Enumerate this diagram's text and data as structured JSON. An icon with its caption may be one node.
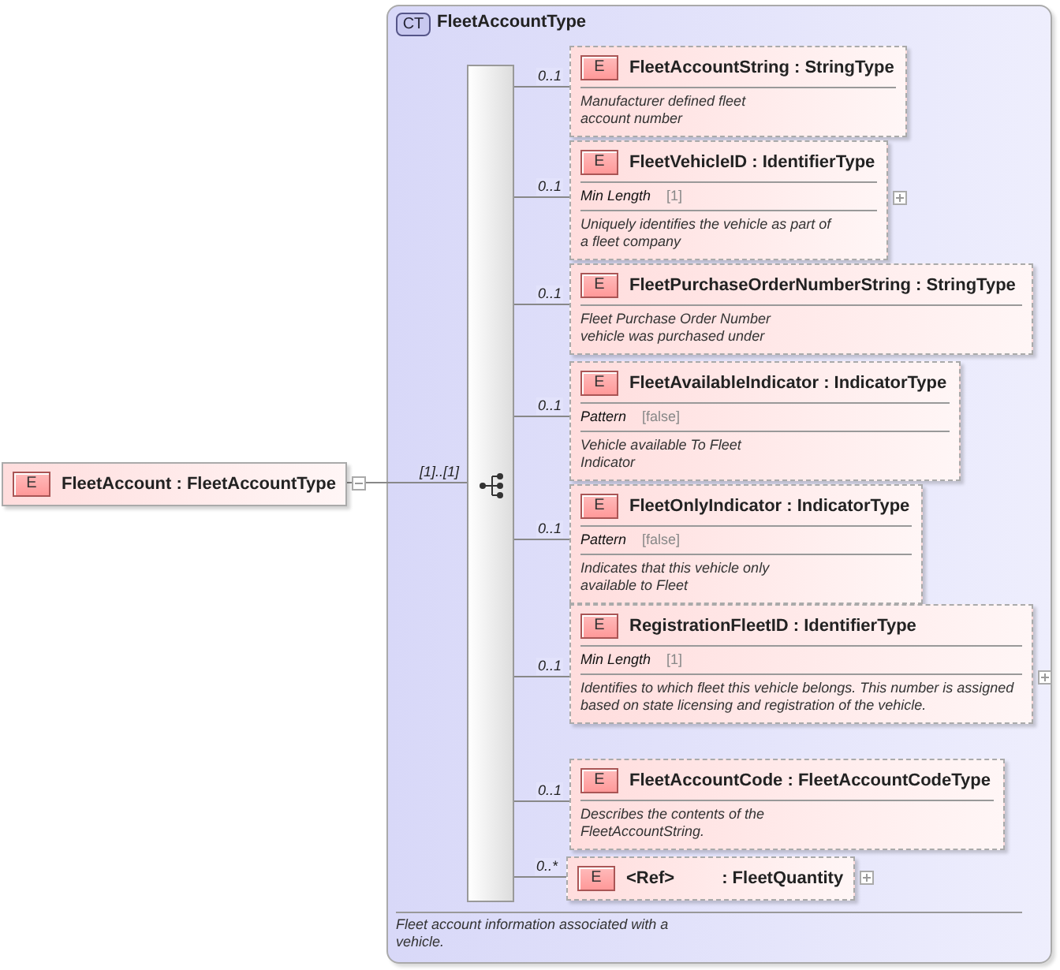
{
  "diagram": {
    "nodes": [
      {
        "text": [
          "E",
          "FleetAccount : FleetAccountType"
        ]
      },
      {
        "text": [
          "CT",
          "FleetAccountType",
          "Fleet account information associated with a vehicle."
        ]
      },
      {
        "text": [],
        "shape": "bar",
        "in": 1
      },
      {
        "text": [
          "E",
          "FleetAccountString : StringType",
          "Manufacturer defined fleet account number"
        ],
        "in": 1
      },
      {
        "text": [
          "E",
          "FleetVehicleID : IdentifierType",
          "Min Length",
          "[1]",
          "Uniquely identifies the vehicle as part of a fleet company"
        ],
        "in": 1
      },
      {
        "text": [
          "E",
          "FleetPurchaseOrderNumberString : StringType",
          "Fleet Purchase Order Number vehicle was purchased under"
        ],
        "in": 1
      },
      {
        "text": [
          "E",
          "FleetAvailableIndicator : IndicatorType",
          "Pattern",
          "[false]",
          "Vehicle available To Fleet Indicator"
        ],
        "in": 1
      },
      {
        "text": [
          "E",
          "FleetOnlyIndicator : IndicatorType",
          "Pattern",
          "[false]",
          "Indicates that this vehicle only available to Fleet"
        ],
        "in": 1
      },
      {
        "text": [
          "E",
          "RegistrationFleetID : IdentifierType",
          "Min Length",
          "[1]",
          "Identifies to which fleet this vehicle belongs. This number is assigned based on state licensing and registration of the vehicle."
        ],
        "in": 1
      },
      {
        "text": [
          "E",
          "FleetAccountCode : FleetAccountCodeType",
          "Describes the contents of the FleetAccountString."
        ],
        "in": 1
      },
      {
        "text": [
          "E",
          "<Ref>",
          ": FleetQuantity"
        ],
        "in": 1
      }
    ],
    "edges": [
      {
        "from": 0,
        "to": 2,
        "arrow": "none",
        "label": "[1]..[1]"
      },
      {
        "from": 2,
        "to": 3,
        "arrow": "none",
        "label": "0..1"
      },
      {
        "from": 2,
        "to": 4,
        "arrow": "none",
        "label": "0..1"
      },
      {
        "from": 2,
        "to": 5,
        "arrow": "none",
        "label": "0..1"
      },
      {
        "from": 2,
        "to": 6,
        "arrow": "none",
        "label": "0..1"
      },
      {
        "from": 2,
        "to": 7,
        "arrow": "none",
        "label": "0..1"
      },
      {
        "from": 2,
        "to": 8,
        "arrow": "none",
        "label": "0..1"
      },
      {
        "from": 2,
        "to": 9,
        "arrow": "none",
        "label": "0..1"
      },
      {
        "from": 2,
        "to": 10,
        "arrow": "none",
        "label": "0..*"
      }
    ]
  }
}
